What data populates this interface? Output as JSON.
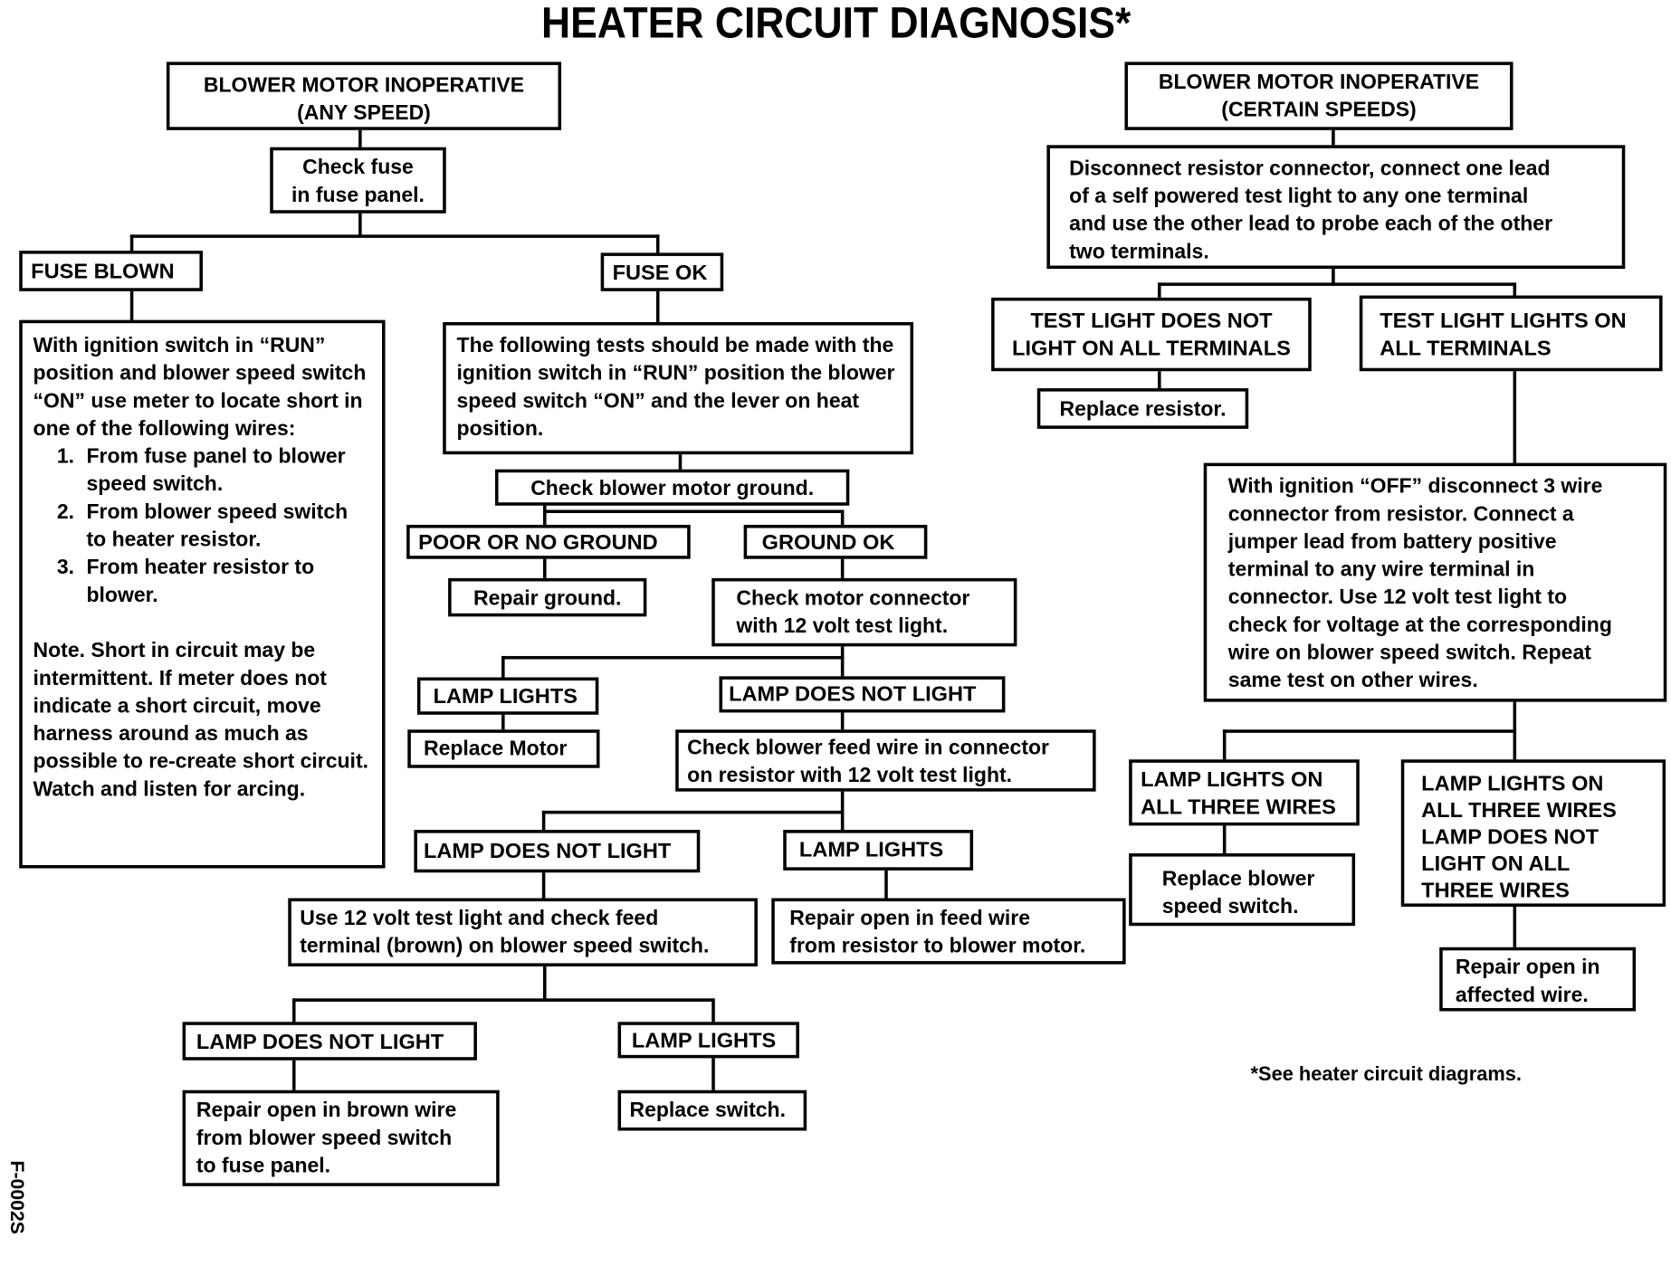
{
  "title": "HEATER CIRCUIT DIAGNOSIS*",
  "footnote": "*See heater circuit diagrams.",
  "figure_id": "F-0002S",
  "left_tree": {
    "root": "BLOWER MOTOR INOPERATIVE\n(ANY SPEED)",
    "check_fuse": "Check fuse\nin fuse panel.",
    "fuse_blown": "FUSE BLOWN",
    "fuse_ok": "FUSE OK",
    "fuse_blown_instructions": {
      "intro": "With ignition switch in “RUN” position and blower speed switch “ON” use meter to locate short in one of the following wires:",
      "items": [
        "From fuse panel to blower speed switch.",
        "From blower speed switch to heater resistor.",
        "From heater resistor to blower."
      ],
      "note": "Note. Short in circuit may be intermittent. If meter does not indicate a short circuit, move harness around as much as possible to re-create short circuit. Watch and listen for arcing."
    },
    "fuse_ok_instructions": "The following tests should be made with the ignition switch in “RUN” position the blower speed switch “ON” and the lever on heat position.",
    "check_ground": "Check blower motor ground.",
    "poor_ground": "POOR OR NO GROUND",
    "ground_ok": "GROUND OK",
    "repair_ground": "Repair ground.",
    "check_motor_connector": "Check motor connector\nwith 12 volt test light.",
    "lamp_lights_1": "LAMP LIGHTS",
    "lamp_not_light_1": "LAMP DOES NOT LIGHT",
    "replace_motor": "Replace Motor",
    "check_feed_wire": "Check blower feed wire in connector\non resistor with 12 volt test light.",
    "lamp_not_light_2": "LAMP DOES NOT LIGHT",
    "lamp_lights_2": "LAMP LIGHTS",
    "use_test_light": "Use 12 volt test light and check feed\nterminal (brown) on blower speed switch.",
    "repair_feed_wire": "Repair open in feed wire\nfrom resistor to blower motor.",
    "lamp_not_light_3": "LAMP DOES NOT LIGHT",
    "lamp_lights_3": "LAMP LIGHTS",
    "repair_brown_wire": "Repair open in brown wire\nfrom blower speed switch\nto fuse panel.",
    "replace_switch": "Replace switch."
  },
  "right_tree": {
    "root": "BLOWER MOTOR INOPERATIVE\n(CERTAIN SPEEDS)",
    "disconnect_resistor": "Disconnect resistor connector, connect one lead\nof a self powered test light to any one terminal\nand use the other lead to probe each of the other\ntwo terminals.",
    "test_light_not": "TEST LIGHT DOES NOT\nLIGHT ON ALL TERMINALS",
    "test_light_on": "TEST LIGHT LIGHTS ON\nALL TERMINALS",
    "replace_resistor": "Replace resistor.",
    "ignition_off_instructions": "With ignition “OFF” disconnect 3 wire\nconnector from resistor. Connect a\njumper lead from battery positive\nterminal to any wire terminal in\nconnector. Use 12 volt test light to\ncheck for voltage at the corresponding\nwire on blower speed switch. Repeat\nsame test on other wires.",
    "lamp_all_three": "LAMP LIGHTS ON\nALL THREE WIRES",
    "lamp_mixed": "LAMP LIGHTS ON\nALL THREE WIRES\nLAMP DOES NOT\nLIGHT ON ALL\nTHREE WIRES",
    "replace_blower_switch": "Replace blower\nspeed switch.",
    "repair_affected_wire": "Repair open in\naffected wire."
  }
}
